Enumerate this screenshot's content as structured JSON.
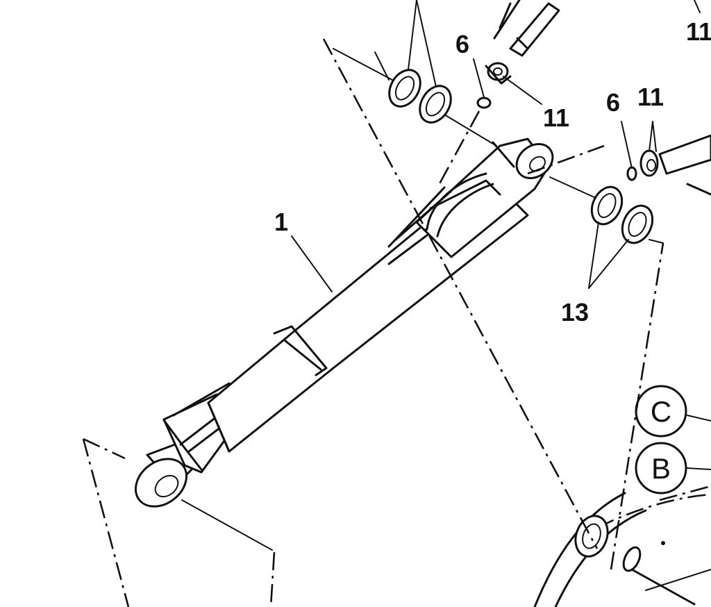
{
  "labels": {
    "cylinder": "1",
    "oring_top": "6",
    "oring_right": "6",
    "fitting_top": "11",
    "fitting_right": "11",
    "fitting_corner": "11",
    "washers": "13",
    "callout_c": "C",
    "callout_b": "B"
  }
}
